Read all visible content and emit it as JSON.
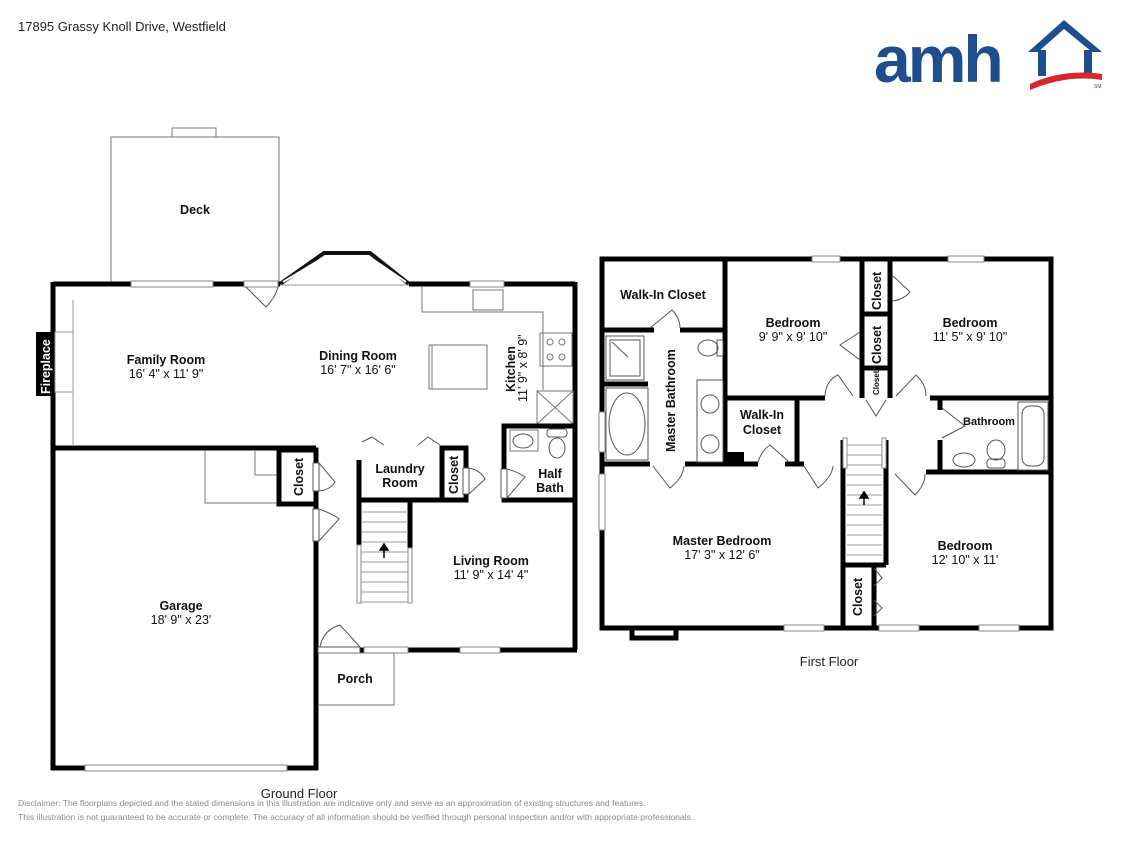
{
  "header": {
    "address": "17895 Grassy Knoll Drive, Westfield",
    "logo": {
      "text": "amh",
      "service_mark": "SM",
      "brand_blue": "#1f4e8c",
      "brand_red": "#d7262e"
    }
  },
  "ground_floor": {
    "label": "Ground Floor",
    "rooms": {
      "deck": {
        "name": "Deck"
      },
      "fireplace": {
        "name": "Fireplace"
      },
      "family_room": {
        "name": "Family Room",
        "dims": "16' 4\" x 11' 9\""
      },
      "dining_room": {
        "name": "Dining Room",
        "dims": "16' 7\" x 16' 6\""
      },
      "kitchen": {
        "name": "Kitchen",
        "dims": "11' 9\" x 8' 9\""
      },
      "garage_closet": {
        "name": "Closet"
      },
      "laundry_room": {
        "name": "Laundry Room",
        "line1": "Laundry",
        "line2": "Room"
      },
      "laundry_closet": {
        "name": "Closet"
      },
      "half_bath": {
        "name": "Half Bath",
        "line1": "Half",
        "line2": "Bath"
      },
      "living_room": {
        "name": "Living Room",
        "dims": "11' 9\" x 14' 4\""
      },
      "garage": {
        "name": "Garage",
        "dims": "18' 9\" x 23'"
      },
      "porch": {
        "name": "Porch"
      }
    }
  },
  "first_floor": {
    "label": "First Floor",
    "rooms": {
      "walk_in_closet_master": {
        "name": "Walk-In Closet"
      },
      "master_bathroom": {
        "name": "Master Bathroom"
      },
      "bedroom_2": {
        "name": "Bedroom",
        "dims": "9' 9\" x 9' 10\""
      },
      "closet_a": {
        "name": "Closet"
      },
      "closet_b": {
        "name": "Closet"
      },
      "closet_c": {
        "name": "Closet"
      },
      "bedroom_3": {
        "name": "Bedroom",
        "dims": "11' 5\" x 9' 10\""
      },
      "walk_in_closet_2": {
        "name": "Walk-In Closet",
        "line1": "Walk-In",
        "line2": "Closet"
      },
      "bathroom": {
        "name": "Bathroom"
      },
      "master_bedroom": {
        "name": "Master Bedroom",
        "dims": "17' 3\" x 12' 6\""
      },
      "hall_closet": {
        "name": "Closet"
      },
      "bedroom_4": {
        "name": "Bedroom",
        "dims": "12' 10\" x 11'"
      }
    }
  },
  "disclaimer": {
    "line1": "Disclaimer: The floorplans depicted and the stated dimensions in this illustration are indicative only and serve as an approximation of existing structures and features.",
    "line2": "This illustration is not guaranteed to be accurate or complete. The accuracy of all information should be verified through personal inspection and/or with appropriate professionals."
  }
}
